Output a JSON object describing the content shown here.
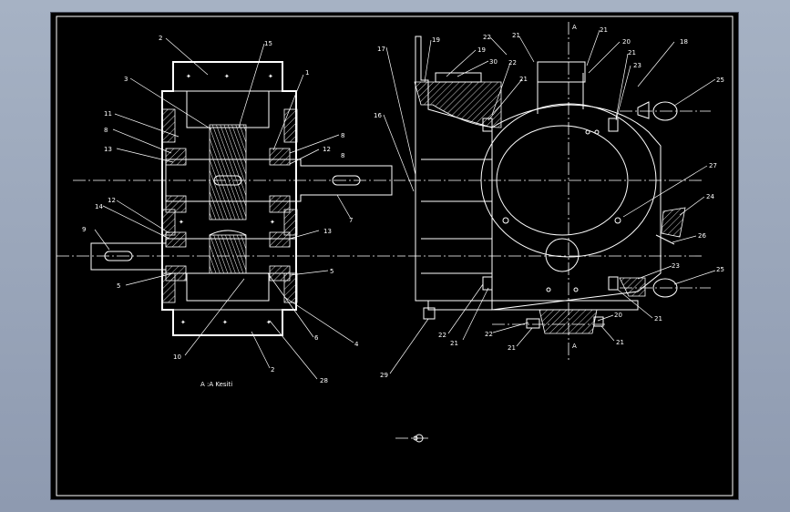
{
  "drawing": {
    "section_label": "A",
    "scale_caption": "A :A Kesiti",
    "colors": {
      "background": "#000000",
      "lines": "#ffffff",
      "window": "#9aa6bb"
    },
    "left_view_labels": [
      "2",
      "15",
      "3",
      "1",
      "11",
      "8",
      "8",
      "13",
      "12",
      "14",
      "12",
      "9",
      "13",
      "5",
      "5",
      "10",
      "6",
      "4",
      "2",
      "28"
    ],
    "right_view_labels": [
      "17",
      "19",
      "16",
      "19",
      "22",
      "21",
      "30",
      "22",
      "21",
      "A",
      "21",
      "20",
      "21",
      "23",
      "18",
      "25",
      "27",
      "24",
      "26",
      "23",
      "25",
      "22",
      "21",
      "22",
      "21",
      "20",
      "21",
      "21",
      "A",
      "29"
    ]
  }
}
